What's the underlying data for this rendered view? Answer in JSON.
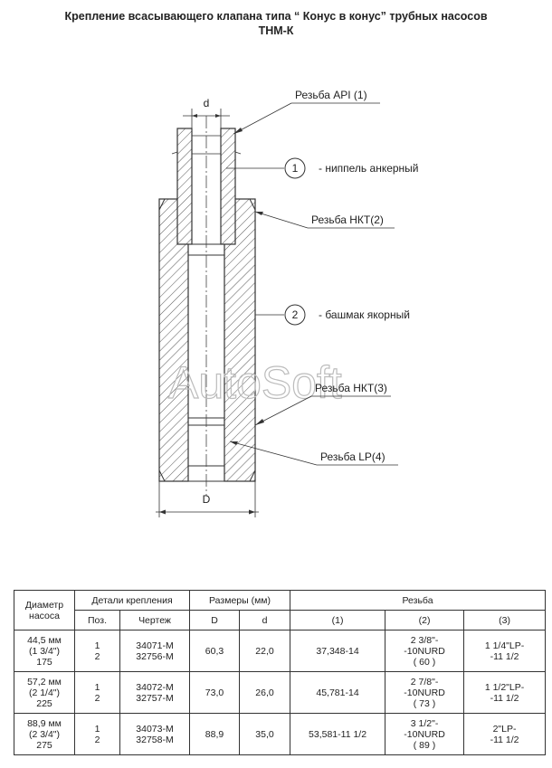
{
  "title": {
    "line1": "Крепление всасывающего клапана типа “ Конус в конус” трубных насосов",
    "line2": "ТНМ-К"
  },
  "drawing": {
    "dim_small": "d",
    "dim_large": "D",
    "callout_api": "Резьба API (1)",
    "callout_nkt2": "Резьба НКТ(2)",
    "callout_nkt3": "Резьба НКТ(3)",
    "callout_lp": "Резьба LP(4)",
    "pos1_num": "1",
    "pos1_desc": "- ниппель анкерный",
    "pos2_num": "2",
    "pos2_desc": "- башмак якорный",
    "watermark": "AutoSoft"
  },
  "table": {
    "h_diam": "Диаметр насоса",
    "h_details": "Детали крепления",
    "h_sizes": "Размеры (мм)",
    "h_thread": "Резьба",
    "h_pos": "Поз.",
    "h_drawing": "Чертеж",
    "h_D": "D",
    "h_d": "d",
    "h_t1": "(1)",
    "h_t2": "(2)",
    "h_t3": "(3)",
    "rows": [
      {
        "diam": [
          "44,5 мм",
          "(1 3/4\")",
          "175"
        ],
        "pos": [
          "1",
          "2"
        ],
        "draw": [
          "34071-M",
          "32756-M"
        ],
        "D": "60,3",
        "d": "22,0",
        "t1": "37,348-14",
        "t2": [
          "2 3/8\"-",
          "-10NURD",
          "( 60 )"
        ],
        "t3": [
          "1 1/4\"LP-",
          "-11 1/2"
        ]
      },
      {
        "diam": [
          "57,2 мм",
          "(2 1/4\")",
          "225"
        ],
        "pos": [
          "1",
          "2"
        ],
        "draw": [
          "34072-M",
          "32757-M"
        ],
        "D": "73,0",
        "d": "26,0",
        "t1": "45,781-14",
        "t2": [
          "2 7/8\"-",
          "-10NURD",
          "( 73 )"
        ],
        "t3": [
          "1 1/2\"LP-",
          "-11 1/2"
        ]
      },
      {
        "diam": [
          "88,9 мм",
          "(2 3/4\")",
          "275"
        ],
        "pos": [
          "1",
          "2"
        ],
        "draw": [
          "34073-M",
          "32758-M"
        ],
        "D": "88,9",
        "d": "35,0",
        "t1": "53,581-11 1/2",
        "t2": [
          "3 1/2\"-",
          "-10NURD",
          "( 89 )"
        ],
        "t3": [
          "2\"LP-",
          "-11 1/2"
        ]
      }
    ]
  }
}
